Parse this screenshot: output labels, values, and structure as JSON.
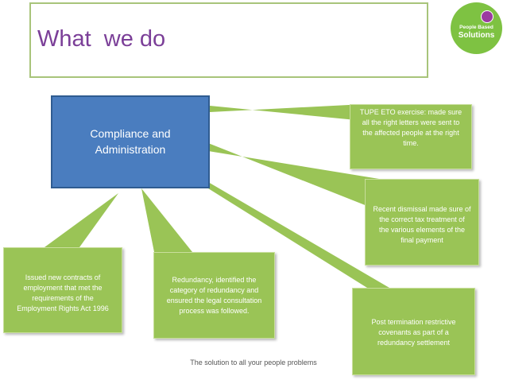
{
  "colors": {
    "title": "#7b3f98",
    "main_box": "#4a7dbf",
    "callout": "#9ac456",
    "logo_green": "#7ec242",
    "logo_dot": "#9b3aa0"
  },
  "title": "What  we do",
  "logo": {
    "line1": "People Based",
    "line2": "Solutions"
  },
  "main": {
    "label": "Compliance and\nAdministration"
  },
  "callouts": [
    {
      "text": "TUPE ETO  exercise: made sure\nall the right letters were sent to\nthe affected people at the right\ntime."
    },
    {
      "text": "Recent dismissal made sure of\nthe correct tax treatment of\nthe various elements of the\nfinal payment"
    },
    {
      "text": "Post termination restrictive\ncovenants as part of a\nredundancy settlement"
    },
    {
      "text": "Issued new contracts of\nemployment that met the\nrequirements  of  the\nEmployment Rights Act 1996"
    },
    {
      "text": "Redundancy, identified the\ncategory of redundancy and\nensured the legal consultation\nprocess was followed."
    }
  ],
  "footer": "The solution to all your people problems"
}
